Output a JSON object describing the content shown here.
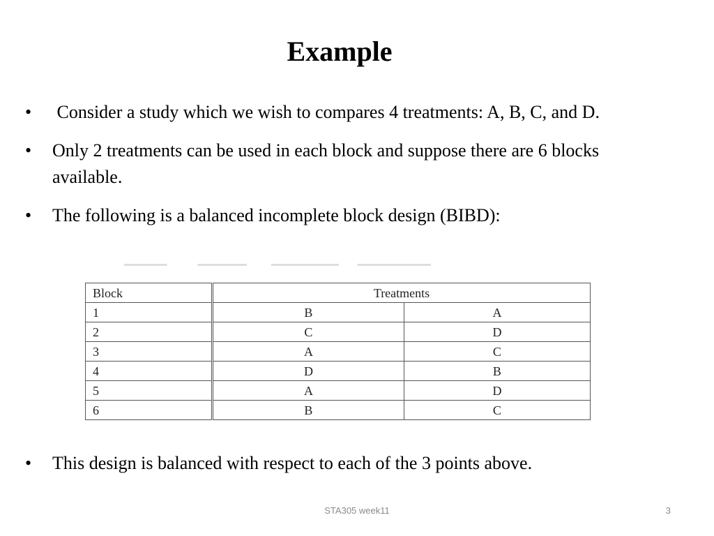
{
  "slide": {
    "title": "Example",
    "bullet_symbol": "•",
    "bullets": [
      " Consider a study which we wish to compares 4 treatments: A, B, C, and D.",
      "Only 2 treatments can be used in each block and suppose there are 6 blocks available.",
      "The following is a balanced incomplete block design (BIBD):"
    ],
    "closing_bullet": "This design is balanced with respect to each of the 3 points above."
  },
  "table": {
    "headers": {
      "block": "Block",
      "treatments": "Treatments"
    },
    "rows": [
      {
        "block": "1",
        "t1": "B",
        "t2": "A"
      },
      {
        "block": "2",
        "t1": "C",
        "t2": "D"
      },
      {
        "block": "3",
        "t1": "A",
        "t2": "C"
      },
      {
        "block": "4",
        "t1": "D",
        "t2": "B"
      },
      {
        "block": "5",
        "t1": "A",
        "t2": "D"
      },
      {
        "block": "6",
        "t1": "B",
        "t2": "C"
      }
    ]
  },
  "footer": {
    "course": "STA305 week11",
    "page_number": "3"
  }
}
